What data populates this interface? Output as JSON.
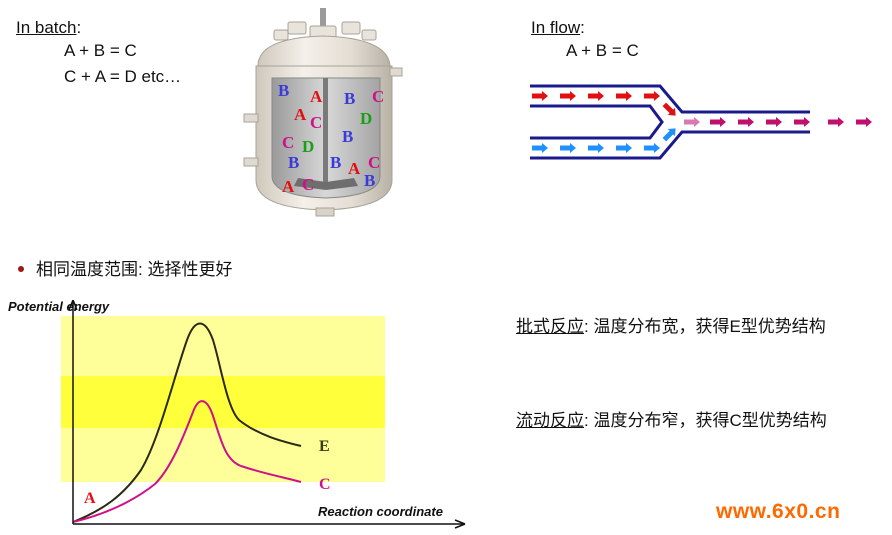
{
  "batch": {
    "title": "In batch",
    "colon": ":",
    "eq1": "A + B = C",
    "eq2": "C + A = D etc…"
  },
  "flow": {
    "title": "In flow",
    "colon": ":",
    "eq1": "A + B = C"
  },
  "reactor_letters": [
    {
      "t": "B",
      "c": "#3a3ad8"
    },
    {
      "t": "A",
      "c": "#e01010"
    },
    {
      "t": "B",
      "c": "#3a3ad8"
    },
    {
      "t": "C",
      "c": "#d0108a"
    },
    {
      "t": "A",
      "c": "#e01010"
    },
    {
      "t": "C",
      "c": "#d0108a"
    },
    {
      "t": "D",
      "c": "#18a018"
    },
    {
      "t": "B",
      "c": "#3a3ad8"
    },
    {
      "t": "C",
      "c": "#d0108a"
    },
    {
      "t": "D",
      "c": "#18a018"
    },
    {
      "t": "B",
      "c": "#3a3ad8"
    },
    {
      "t": "B",
      "c": "#3a3ad8"
    },
    {
      "t": "A",
      "c": "#e01010"
    },
    {
      "t": "C",
      "c": "#d0108a"
    },
    {
      "t": "A",
      "c": "#e01010"
    },
    {
      "t": "C",
      "c": "#d0108a"
    },
    {
      "t": "B",
      "c": "#3a3ad8"
    }
  ],
  "bullet": "相同温度范围: 选择性更好",
  "chart": {
    "ylabel": "Potential energy",
    "xlabel": "Reaction coordinate",
    "label_a": "A",
    "label_e": "E",
    "label_c": "C"
  },
  "text1": {
    "head": "批式反应",
    "body": ": 温度分布宽，获得E型优势结构"
  },
  "text2": {
    "head": "流动反应",
    "body": ": 温度分布窄，获得C型优势结构"
  },
  "watermark": "www.6x0.cn",
  "colors": {
    "band": "#ffff4a",
    "band_light": "#ffff99",
    "curve_e": "#2a2a10",
    "curve_c": "#d0108a",
    "pipe": "#1a1a8c",
    "arrow_red": "#e01010",
    "arrow_blue": "#1e90ff",
    "arrow_mix": "#c0106e"
  }
}
